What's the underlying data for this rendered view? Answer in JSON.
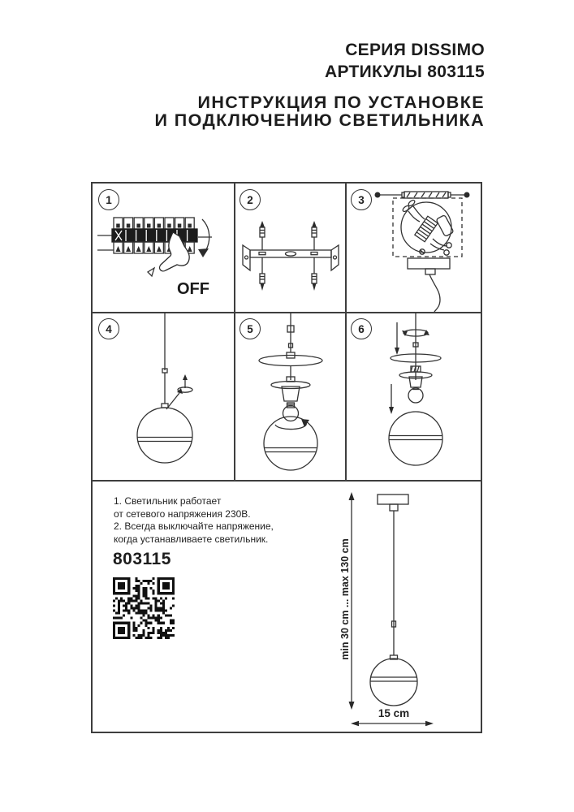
{
  "colors": {
    "line": "#333333",
    "text": "#1d1d1d",
    "background": "#ffffff"
  },
  "header": {
    "series": "СЕРИЯ DISSIMO",
    "articles": "АРТИКУЛЫ 803115",
    "instruction_line1": "ИНСТРУКЦИЯ ПО УСТАНОВКЕ",
    "instruction_line2": "И ПОДКЛЮЧЕНИЮ СВЕТИЛЬНИКА"
  },
  "steps": [
    {
      "number": "1",
      "icon": "circuit-breaker-off-diagram",
      "label": "OFF"
    },
    {
      "number": "2",
      "icon": "mounting-bracket-screws-diagram"
    },
    {
      "number": "3",
      "icon": "ceiling-canopy-wiring-diagram"
    },
    {
      "number": "4",
      "icon": "pendant-rod-globe-unscrew-diagram"
    },
    {
      "number": "5",
      "icon": "bulb-installation-exploded-diagram"
    },
    {
      "number": "6",
      "icon": "globe-attachment-assembly-diagram"
    }
  ],
  "notes": {
    "line1": "1. Светильник работает",
    "line2": "от сетевого напряжения 230В.",
    "line3": "2. Всегда выключайте напряжение,",
    "line4": "когда устанавливаете светильник."
  },
  "article_number": "803115",
  "qr": {
    "icon": "qr-code"
  },
  "dimensions": {
    "height_range": "min 30 cm ... max 130 cm",
    "width": "15 cm"
  }
}
